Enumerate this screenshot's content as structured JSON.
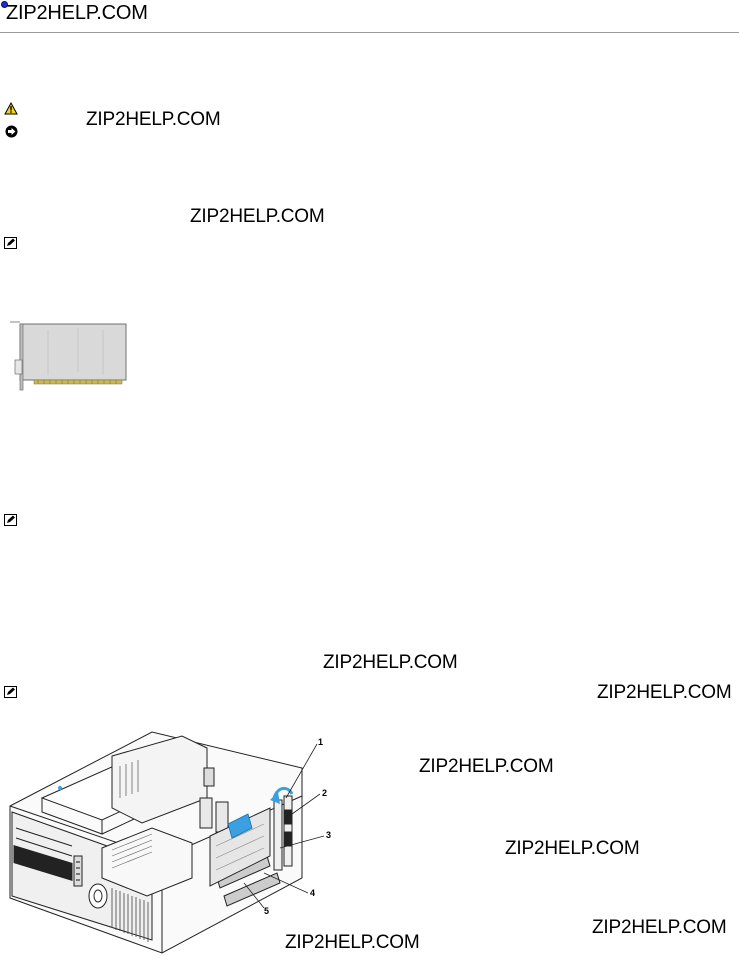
{
  "watermarks": [
    "ZIP2HELP.COM",
    "ZIP2HELP.COM",
    "ZIP2HELP.COM",
    "ZIP2HELP.COM",
    "ZIP2HELP.COM",
    "ZIP2HELP.COM",
    "ZIP2HELP.COM",
    "ZIP2HELP.COM",
    "ZIP2HELP.COM"
  ],
  "callouts": [
    "1",
    "2",
    "3",
    "4",
    "5"
  ],
  "icons": {
    "caution": "warning-triangle-icon",
    "notice": "notice-arrow-icon",
    "note": "note-pencil-icon"
  },
  "colors": {
    "caution_fill": "#f2d21a",
    "accent_dot": "#1f2bd0",
    "latch_blue": "#3aa0e0"
  }
}
